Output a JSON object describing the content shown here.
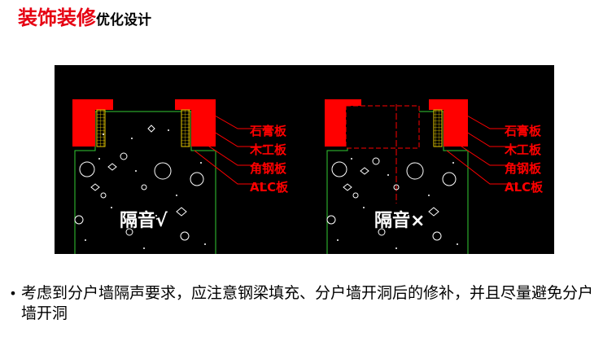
{
  "title": {
    "main": "装饰装修",
    "sub": "优化设计"
  },
  "panels": [
    {
      "labels": [
        "石膏板",
        "木工板",
        "角钢板",
        "ALC板"
      ],
      "caption": "隔音√"
    },
    {
      "labels": [
        "石膏板",
        "木工板",
        "角钢板",
        "ALC板"
      ],
      "caption": "隔音×"
    }
  ],
  "note": {
    "bullet": "•",
    "text": "考虑到分户墙隔声要求，应注意钢梁填充、分户墙开洞后的修补，并且尽量避免分户墙开洞"
  },
  "colors": {
    "red": "#ff0000",
    "background": "#000000",
    "green": "#33cc33",
    "yellow": "#e6c800",
    "title_red": "#e60012"
  }
}
